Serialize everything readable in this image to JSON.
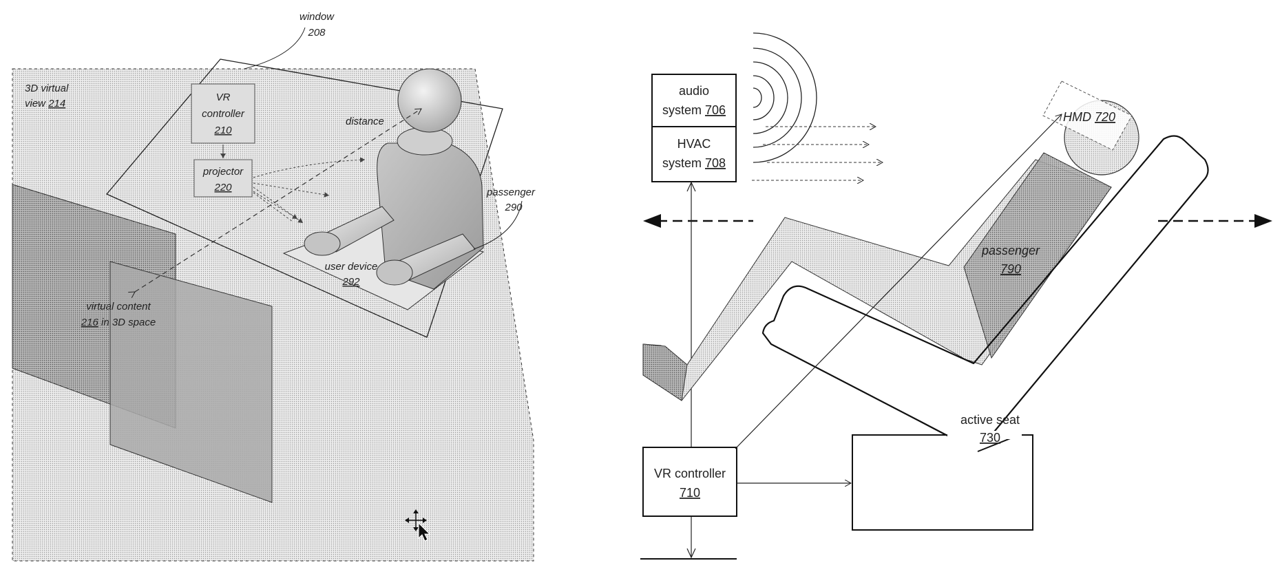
{
  "figure_left": {
    "window": {
      "name": "window",
      "ref": "208"
    },
    "virtual_view": {
      "line1": "3D virtual",
      "line2_prefix": "view ",
      "ref": "214"
    },
    "vr_controller": {
      "line1": "VR",
      "line2": "controller",
      "ref": "210"
    },
    "projector": {
      "name": "projector",
      "ref": "220"
    },
    "distance_label": "distance",
    "passenger": {
      "name": "passenger",
      "ref": "290"
    },
    "user_device": {
      "name": "user device",
      "ref": "292"
    },
    "virtual_content": {
      "line1": "virtual content",
      "ref": "216",
      "line2_suffix": " in 3D space"
    }
  },
  "figure_right": {
    "audio_system": {
      "line1": "audio",
      "line2_prefix": "system  ",
      "ref": "706"
    },
    "hvac_system": {
      "line1": "HVAC",
      "line2_prefix": "system  ",
      "ref": "708"
    },
    "hmd": {
      "name": "HMD ",
      "ref": "720"
    },
    "passenger": {
      "name": "passenger",
      "ref": "790"
    },
    "active_seat": {
      "name": "active seat",
      "ref": "730"
    },
    "vr_controller": {
      "name": "VR controller",
      "ref": "710"
    }
  },
  "colors": {
    "stipple": "#d9d9d9",
    "dark_stipple": "#9a9a9a",
    "line": "#222222"
  }
}
